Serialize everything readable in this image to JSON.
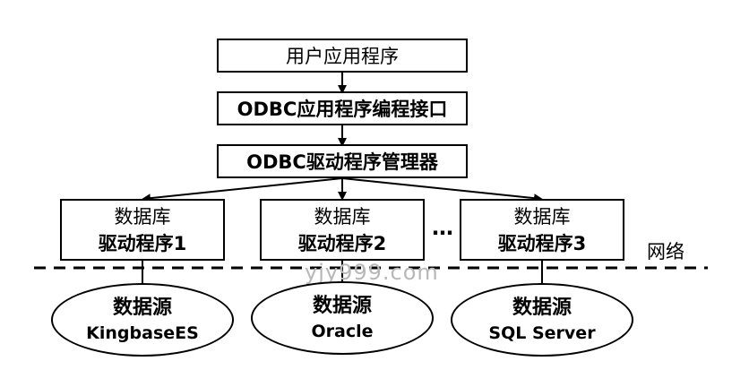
{
  "app_layer": {
    "label": "用户应用程序"
  },
  "api_layer": {
    "label": "ODBC应用程序编程接口"
  },
  "manager_layer": {
    "label": "ODBC驱动程序管理器"
  },
  "drivers": [
    {
      "line1": "数据库",
      "line2": "驱动程序1"
    },
    {
      "line1": "数据库",
      "line2": "驱动程序2"
    },
    {
      "line1": "数据库",
      "line2": "驱动程序3"
    }
  ],
  "ellipsis": "…",
  "network_label": "网络",
  "datasources": [
    {
      "line1": "数据源",
      "line2": "KingbaseES"
    },
    {
      "line1": "数据源",
      "line2": "Oracle"
    },
    {
      "line1": "数据源",
      "line2": "SQL Server"
    }
  ],
  "watermark": "yjy999.com"
}
